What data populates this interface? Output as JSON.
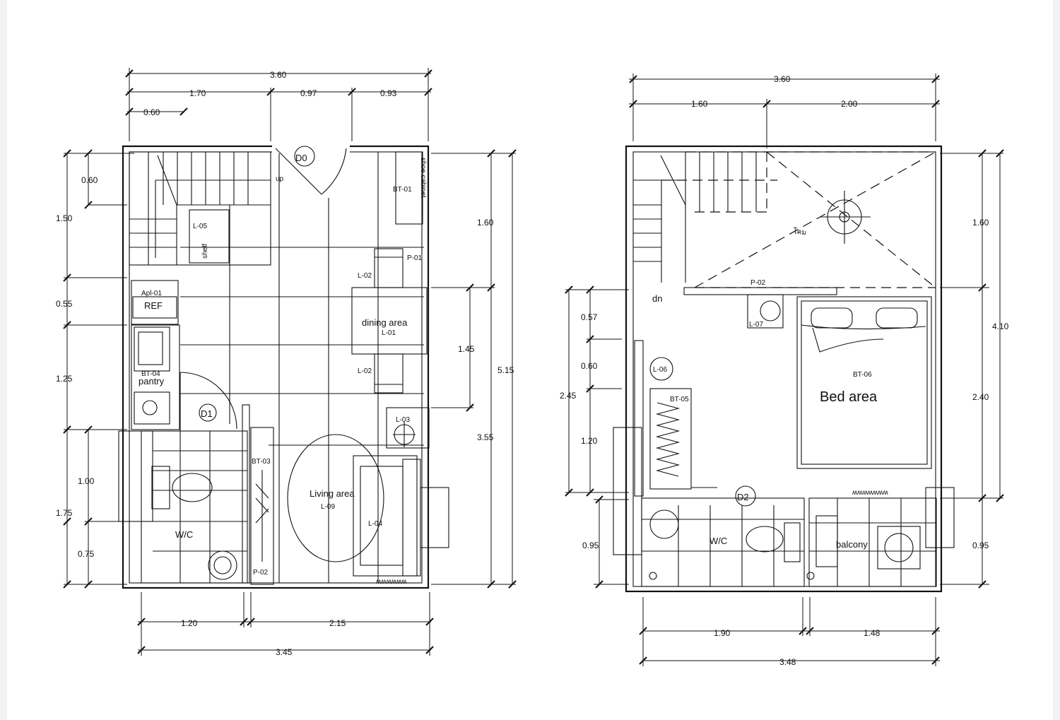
{
  "ground_floor": {
    "dims": {
      "top_total": "3.60",
      "top_a": "1.70",
      "top_b": "0.97",
      "top_c": "0.93",
      "top_d": "0.60",
      "left_a": "0.60",
      "left_b": "1.50",
      "left_c": "0.55",
      "left_d": "1.25",
      "left_e": "1.00",
      "left_f": "1.75",
      "left_g": "0.75",
      "right_a": "1.60",
      "right_b": "1.45",
      "right_c": "5.15",
      "right_d": "3.55",
      "bottom_a": "1.20",
      "bottom_b": "2.15",
      "bottom_total": "3.45"
    },
    "labels": {
      "door_main": "D0",
      "door_bath": "D1",
      "up": "up",
      "shoe_cabinet": "shoe cabinet",
      "bt01": "BT-01",
      "l05": "L-05",
      "shelf": "shelf",
      "p01": "P-01",
      "l02_top": "L-02",
      "l02_bottom": "L-02",
      "apl01": "Apl-01",
      "ref": "REF",
      "dining": "dining area",
      "l01": "L-01",
      "bt04": "BT-04",
      "pantry": "pantry",
      "l03": "L-03",
      "bt03": "BT-03",
      "living": "Living area",
      "l09": "L-09",
      "l04": "L-04",
      "wc": "W/C",
      "p02": "P-02"
    }
  },
  "upper_floor": {
    "dims": {
      "top_total": "3.60",
      "top_a": "1.60",
      "top_b": "2.00",
      "right_a": "1.60",
      "right_b": "4.10",
      "right_c": "2.40",
      "right_d": "0.95",
      "left_a": "0.57",
      "left_b": "0.60",
      "left_c": "2.45",
      "left_d": "1.20",
      "left_e": "0.95",
      "bottom_a": "1.90",
      "bottom_b": "1.48",
      "bottom_total": "3.48"
    },
    "labels": {
      "thai_lamp": "โคม",
      "p02": "P-02",
      "dn": "dn",
      "l07": "L-07",
      "l06": "L-06",
      "bt05": "BT-05",
      "bt06": "BT-06",
      "bed": "Bed area",
      "door_bath": "D2",
      "wc": "W/C",
      "balcony": "balcony"
    }
  }
}
